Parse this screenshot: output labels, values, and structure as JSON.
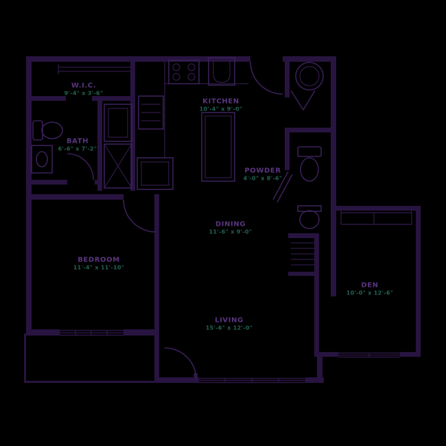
{
  "colors": {
    "bg": "#000000",
    "wall": "#281440",
    "line": "#3a2058",
    "window": "#2c1645",
    "name": "#5a3580",
    "dims": "#236253"
  },
  "rooms": {
    "wic": {
      "name": "W.I.C.",
      "dims": "9'-4\" x 3'-6\""
    },
    "bath": {
      "name": "BATH",
      "dims": "6'-6\" x 7'-2\""
    },
    "kitchen": {
      "name": "KITCHEN",
      "dims": "10'-4\" x 9'-0\""
    },
    "powder": {
      "name": "POWDER",
      "dims": "4'-0\" x 8'-6\""
    },
    "dining": {
      "name": "DINING",
      "dims": "11'-6\" x 9'-0\""
    },
    "living": {
      "name": "LIVING",
      "dims": "15'-6\" x 12'-0\""
    },
    "bedroom": {
      "name": "BEDROOM",
      "dims": "11'-4\" x 11'-10\""
    },
    "den": {
      "name": "DEN",
      "dims": "10'-0\" x 12'-6\""
    }
  },
  "fixtures": [
    "toilet",
    "vanity-sink",
    "washer-dryer",
    "closet-rod",
    "stove",
    "kitchen-sink",
    "pantry-cabinet",
    "refrigerator",
    "kitchen-island",
    "pedestal-sink",
    "water-heater",
    "linen-shelves"
  ]
}
